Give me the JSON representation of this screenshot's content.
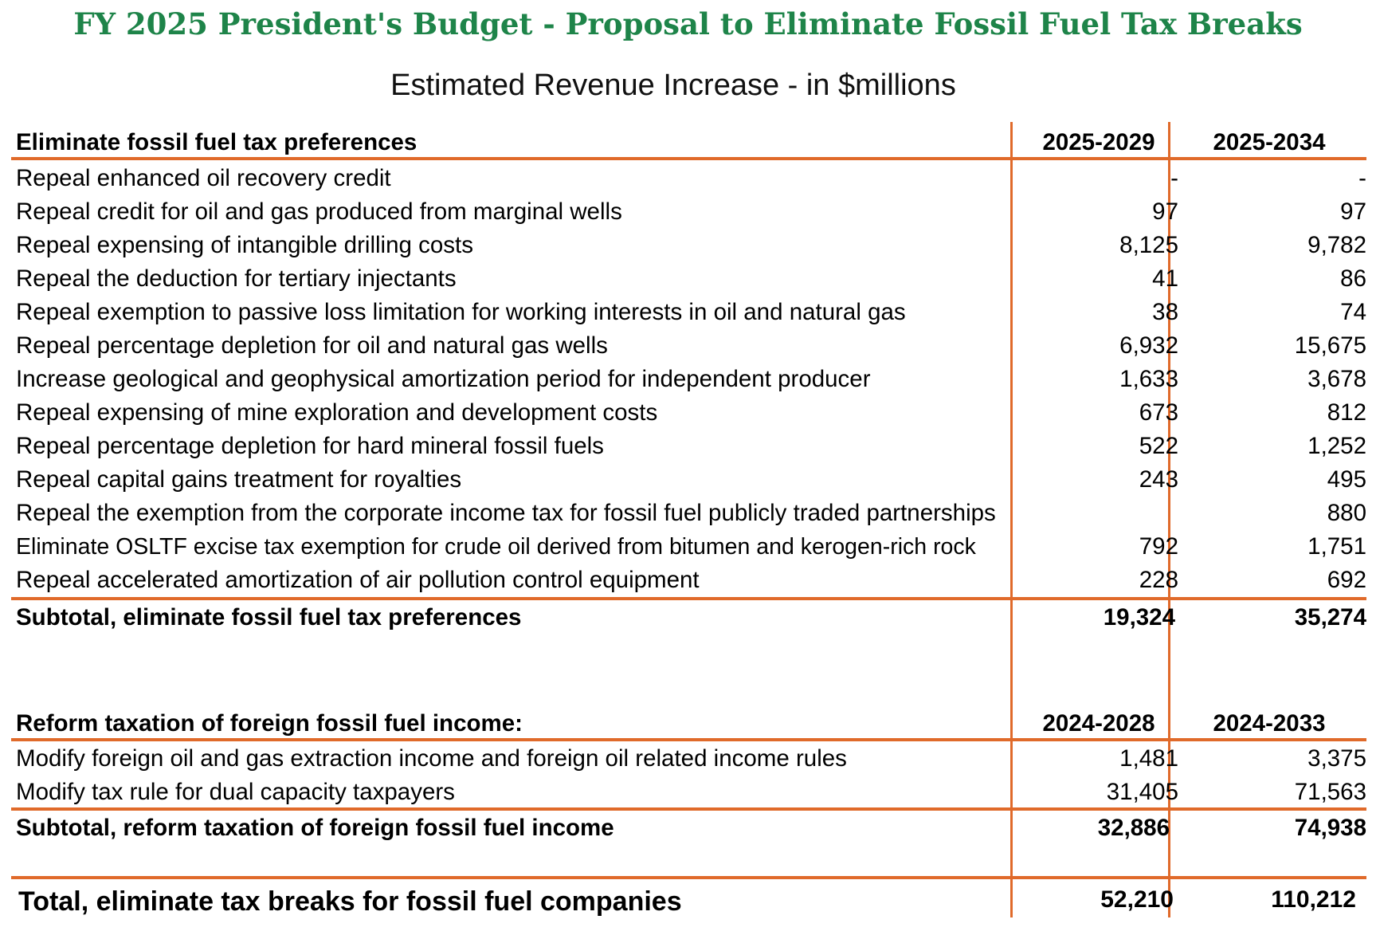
{
  "title": "FY 2025 President's Budget - Proposal to Eliminate Fossil Fuel Tax Breaks",
  "subtitle": "Estimated Revenue Increase - in $millions",
  "section1": {
    "header": "Eliminate fossil fuel tax preferences",
    "col1": "2025-2029",
    "col2": "2025-2034",
    "rows": [
      {
        "label": "Repeal enhanced oil recovery credit",
        "v1": "-",
        "v2": "-"
      },
      {
        "label": "Repeal credit for oil and gas produced from marginal wells",
        "v1": "97",
        "v2": "97"
      },
      {
        "label": "Repeal expensing of intangible drilling costs",
        "v1": "8,125",
        "v2": "9,782"
      },
      {
        "label": "Repeal the deduction for tertiary injectants",
        "v1": "41",
        "v2": "86"
      },
      {
        "label": "Repeal exemption to passive loss limitation for working interests in oil and natural gas",
        "v1": "38",
        "v2": "74"
      },
      {
        "label": "Repeal percentage depletion for oil and natural gas wells",
        "v1": "6,932",
        "v2": "15,675"
      },
      {
        "label": "Increase geological and geophysical amortization period for independent producer",
        "v1": "1,633",
        "v2": "3,678"
      },
      {
        "label": "Repeal expensing of mine exploration and development costs",
        "v1": "673",
        "v2": "812"
      },
      {
        "label": "Repeal percentage depletion for hard mineral fossil fuels",
        "v1": "522",
        "v2": "1,252"
      },
      {
        "label": "Repeal capital gains treatment for royalties",
        "v1": "243",
        "v2": "495"
      },
      {
        "label": "Repeal the exemption from the corporate income tax for fossil fuel publicly traded partnerships",
        "v1": "",
        "v2": "880"
      },
      {
        "label": "Eliminate OSLTF excise tax exemption for crude oil derived from bitumen and kerogen-rich rock",
        "v1": "792",
        "v2": "1,751"
      },
      {
        "label": "Repeal accelerated amortization of air pollution control equipment",
        "v1": "228",
        "v2": "692"
      }
    ],
    "subtotal": {
      "label": "Subtotal, eliminate fossil fuel tax preferences",
      "v1": "19,324",
      "v2": "35,274"
    }
  },
  "section2": {
    "header": "Reform taxation of foreign fossil fuel income:",
    "col1": "2024-2028",
    "col2": "2024-2033",
    "rows": [
      {
        "label": "Modify foreign oil and gas extraction income and foreign oil related income rules",
        "v1": "1,481",
        "v2": "3,375"
      },
      {
        "label": "Modify tax rule for dual capacity taxpayers",
        "v1": "31,405",
        "v2": "71,563"
      }
    ],
    "subtotal": {
      "label": "Subtotal, reform taxation of foreign fossil fuel income",
      "v1": "32,886",
      "v2": "74,938"
    }
  },
  "total": {
    "label": "Total, eliminate tax breaks for fossil fuel companies",
    "v1": "52,210",
    "v2": "110,212"
  },
  "colors": {
    "title": "#1e8449",
    "rule": "#e06a2a"
  }
}
